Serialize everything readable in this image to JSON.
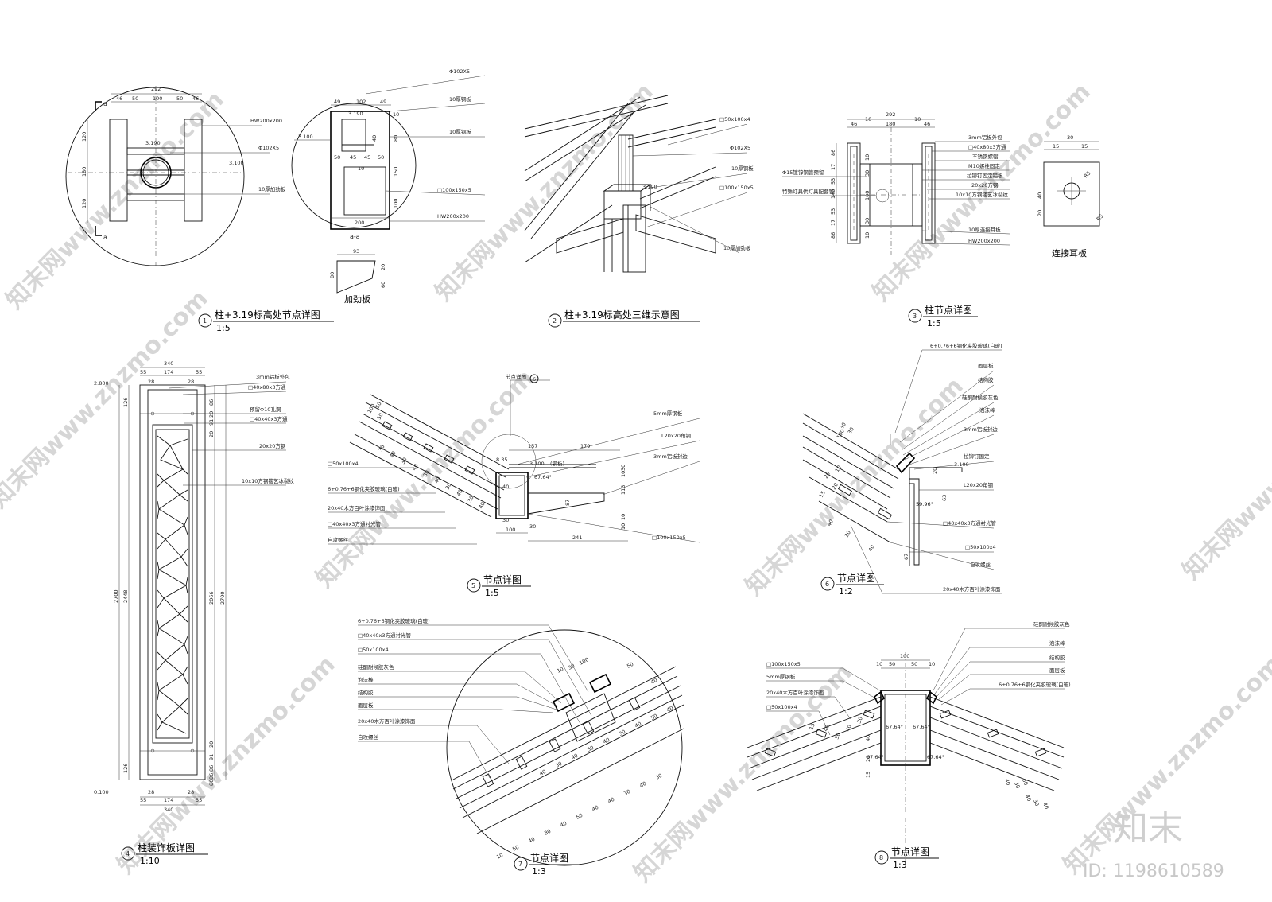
{
  "titles": [
    {
      "num": "1",
      "name": "柱+3.19标高处节点详图",
      "scale": "1:5"
    },
    {
      "num": "2",
      "name": "柱+3.19标高处三维示意图",
      "scale": ""
    },
    {
      "num": "3",
      "name": "柱节点详图",
      "scale": "1:5"
    },
    {
      "num": "4",
      "name": "柱装饰板详图",
      "scale": "1:10"
    },
    {
      "num": "5",
      "name": "节点详图",
      "scale": "1:5"
    },
    {
      "num": "6",
      "name": "节点详图",
      "scale": "1:2"
    },
    {
      "num": "7",
      "name": "节点详图",
      "scale": "1:3"
    },
    {
      "num": "8",
      "name": "节点详图",
      "scale": "1:3"
    }
  ],
  "sub_labels": {
    "section_aa": "a-a",
    "stiffener": "加劲板",
    "lug_plate": "连接耳板",
    "sec_mark": "a"
  },
  "d1": {
    "dims_top": [
      "292",
      "46",
      "50",
      "100",
      "50",
      "46"
    ],
    "dims_left": [
      "120",
      "180",
      "120"
    ],
    "levels": [
      "3.190",
      "3.100"
    ],
    "labels": [
      "HW200x200",
      "Φ102X5",
      "10厚加劲板"
    ]
  },
  "aa": {
    "dims": [
      "49",
      "102",
      "49",
      "10",
      "50",
      "45",
      "45",
      "50",
      "10",
      "40",
      "80",
      "150",
      "200",
      "100"
    ],
    "levels": [
      "3.190",
      "3.100"
    ],
    "labels": [
      "Φ102X5",
      "10厚钢板",
      "10厚钢板",
      "□100x150x5",
      "HW200x200"
    ],
    "stiff_dims": [
      "93",
      "80",
      "20",
      "60"
    ]
  },
  "d2": {
    "labels": [
      "□50x100x4",
      "Φ102X5",
      "10厚钢板",
      "□100x150x5",
      "10厚加劲板"
    ],
    "level": "3.190"
  },
  "d3": {
    "dims_top": [
      "292",
      "46",
      "10",
      "180",
      "10",
      "46"
    ],
    "dims_left": [
      "86",
      "17",
      "53",
      "140",
      "53",
      "17",
      "86"
    ],
    "dims_right": [
      "10",
      "30",
      "100",
      "30",
      "10"
    ],
    "labels_right": [
      "3mm铝板外包",
      "□40x80x3方通",
      "不锈钢螺帽",
      "M10螺栓固定",
      "拉铆钉固定铝板",
      "20x20方钢",
      "10x10方钢镂艺冰裂纹",
      "10厚连接耳板",
      "HW200x200"
    ],
    "labels_left": [
      "Φ15镀锌钢管预留",
      "特殊灯具供灯具配套管"
    ],
    "lug_dims": [
      "30",
      "15",
      "15",
      "40",
      "20",
      "R5",
      "R5"
    ]
  },
  "d4": {
    "dims_top": [
      "340",
      "55",
      "174",
      "55",
      "28",
      "28"
    ],
    "dims_bottom": [
      "55",
      "174",
      "55",
      "28",
      "28",
      "340"
    ],
    "dims_left": [
      "126",
      "2448",
      "126",
      "2700"
    ],
    "dims_right": [
      "86",
      "86",
      "20",
      "91",
      "20",
      "2066",
      "2700",
      "91",
      "20",
      "86",
      "86"
    ],
    "levels": [
      "2.800",
      "0.100"
    ],
    "labels": [
      "3mm铝板外包",
      "□40x80x3方通",
      "预留Φ10孔洞",
      "□40x40x3方通",
      "20x20方钢",
      "10x10方钢镂艺冰裂纹"
    ]
  },
  "d5": {
    "labels_left": [
      "□50x100x4",
      "6+0.76+6钢化夹胶玻璃(白玻)",
      "20x40木方百叶涂漆饰面",
      "□40x40x3方通衬光管",
      "自攻螺丝"
    ],
    "labels_right": [
      "5mm厚钢板",
      "L20x20角钢",
      "3mm铝板封边",
      "□100x150x5"
    ],
    "top_note": "节点详图",
    "top_ref": "6",
    "dims": [
      "100",
      "50",
      "50",
      "30",
      "40",
      "30",
      "40",
      "30",
      "40",
      "30",
      "40",
      "30",
      "40",
      "157",
      "179",
      "8.35",
      "40",
      "30",
      "100",
      "30",
      "241",
      "87",
      "113",
      "30",
      "10",
      "10",
      "10"
    ],
    "angle": "67.64°",
    "level": "3.100",
    "steel": "(钢板)"
  },
  "d6": {
    "labels": [
      "6+0.76+6钢化夹胶玻璃(白玻)",
      "面层板",
      "结构胶",
      "硅酮耐候胶灰色",
      "泡沫棒",
      "3mm铝板封边",
      "拉铆钉固定",
      "L20x20角钢",
      "□40x40x3方通衬光管",
      "□50x100x4",
      "自攻螺丝",
      "20x40木方百叶涂漆饰面"
    ],
    "dims": [
      "100",
      "30",
      "30",
      "20",
      "20",
      "10",
      "15",
      "40",
      "30",
      "40",
      "67",
      "63",
      "20"
    ],
    "angle": "59.96°",
    "level": "3.100"
  },
  "d7": {
    "labels": [
      "6+0.76+6钢化夹胶玻璃(白玻)",
      "□40x40x3方通衬光管",
      "□50x100x4",
      "硅酮耐候胶灰色",
      "泡沫棒",
      "结构胶",
      "面层板",
      "20x40木方百叶涂漆饰面",
      "自攻螺丝"
    ],
    "dims": [
      "10",
      "50",
      "40",
      "30",
      "40",
      "50",
      "40",
      "40",
      "30",
      "40",
      "30",
      "40",
      "30",
      "40",
      "50",
      "40",
      "30",
      "40",
      "50",
      "40",
      "10",
      "30",
      "100",
      "50",
      "40"
    ]
  },
  "d8": {
    "labels_left": [
      "□100x150x5",
      "5mm厚钢板",
      "20x40木方百叶涂漆饰面",
      "□50x100x4"
    ],
    "labels_right": [
      "硅酮耐候胶灰色",
      "泡沫棒",
      "结构胶",
      "面层板",
      "6+0.76+6钢化夹胶玻璃(白玻)"
    ],
    "dims": [
      "100",
      "10",
      "50",
      "50",
      "10",
      "15",
      "40",
      "30",
      "40",
      "30",
      "40",
      "20",
      "15",
      "40",
      "30",
      "50",
      "40",
      "30",
      "40"
    ],
    "angles": [
      "67.64°",
      "67.64°",
      "67.64°",
      "67.64°"
    ]
  },
  "watermark": {
    "brand_small": "知末网www.znzmo.com",
    "brand_big": "知末",
    "id": "ID: 1198610589"
  }
}
